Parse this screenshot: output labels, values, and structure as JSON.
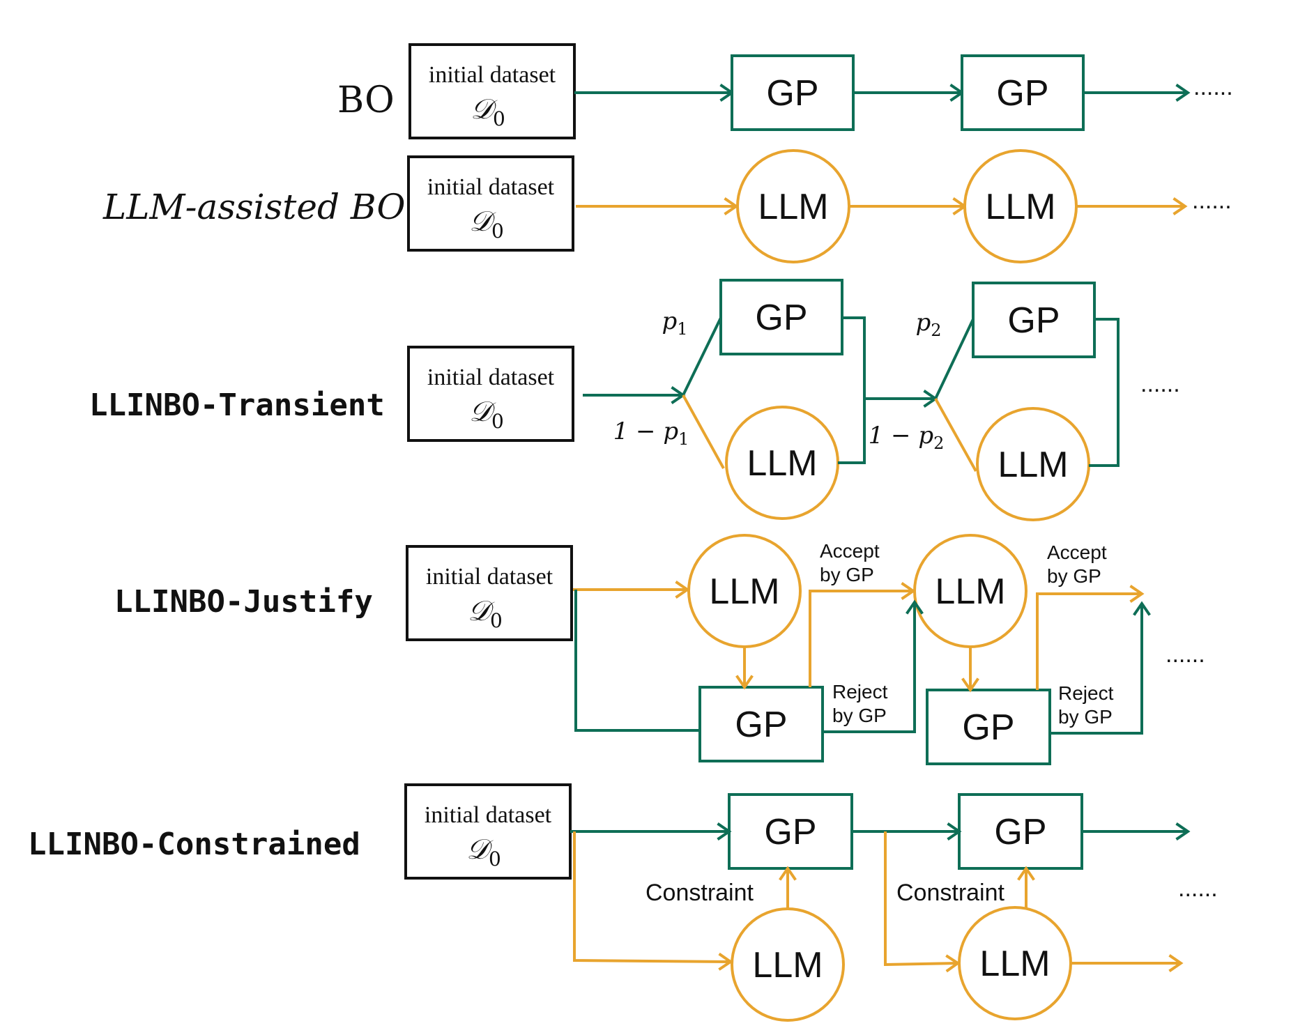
{
  "colors": {
    "gp": "#0e6e56",
    "llm": "#e8a42e",
    "box": "#111111",
    "text": "#111111"
  },
  "labels": {
    "bo": "BO",
    "llm_assisted": "LLM-assisted BO",
    "transient": "LLINBO-Transient",
    "justify": "LLINBO-Justify",
    "constrained": "LLINBO-Constrained"
  },
  "nodes": {
    "initial_dataset": "initial dataset",
    "dataset_symbol": "𝒟",
    "dataset_subscript": "0",
    "gp": "GP",
    "llm": "LLM"
  },
  "annotations": {
    "p1": "p",
    "p1_sub": "1",
    "one_minus_p1": "1 − p",
    "p2": "p",
    "p2_sub": "2",
    "one_minus_p2": "1 − p",
    "accept_line1": "Accept",
    "accept_line2": "by GP",
    "reject_line1": "Reject",
    "reject_line2": "by GP",
    "constraint": "Constraint",
    "ellipsis": "......"
  }
}
